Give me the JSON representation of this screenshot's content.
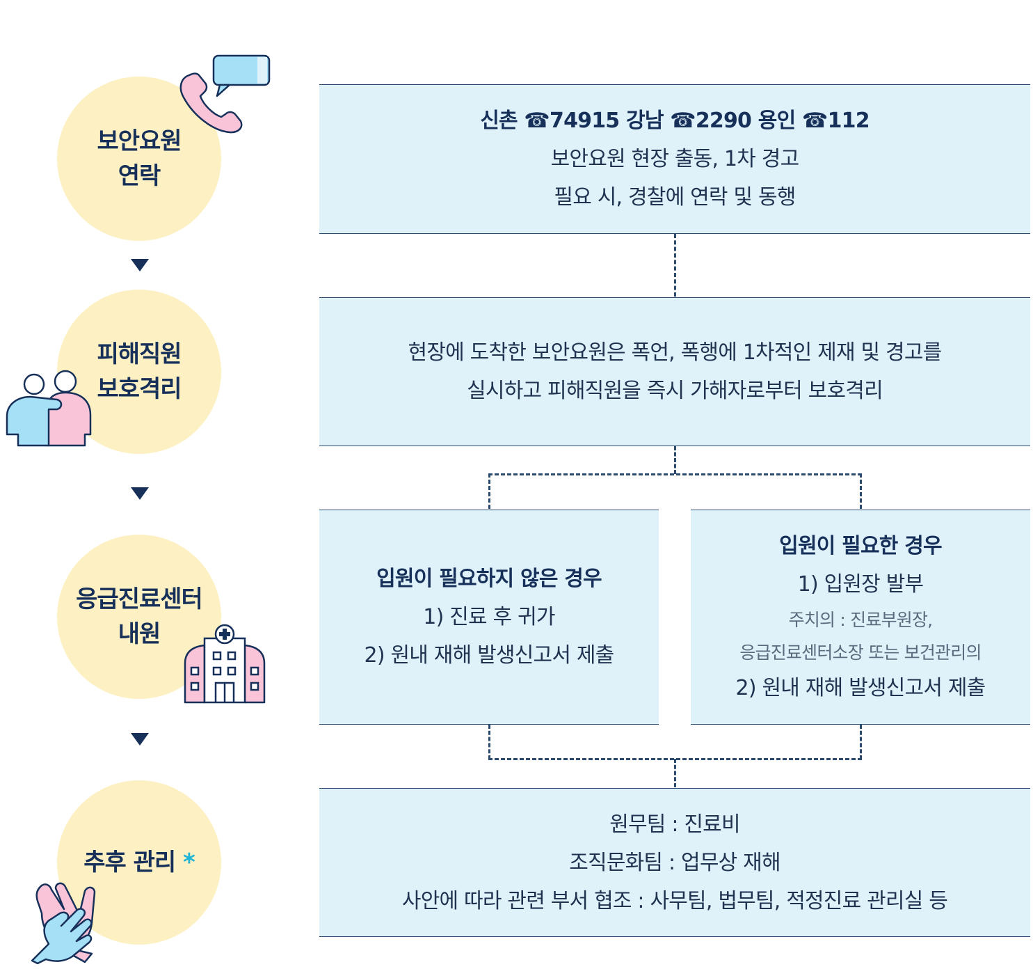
{
  "steps": [
    {
      "line1": "보안요원",
      "line2": "연락",
      "icon": "phone-icon"
    },
    {
      "line1": "피해직원",
      "line2": "보호격리",
      "icon": "embracing-people-icon"
    },
    {
      "line1": "응급진료센터",
      "line2": "내원",
      "icon": "hospital-icon"
    },
    {
      "line1": "추후 관리",
      "asterisk": "*",
      "icon": "hands-icon"
    }
  ],
  "boxes": {
    "contact": {
      "phone_line": "신촌 ☎74915   강남 ☎2290   용인 ☎112",
      "line2": "보안요원 현장 출동, 1차 경고",
      "line3": "필요 시, 경찰에 연락 및 동행"
    },
    "protect": {
      "line1": "현장에 도착한 보안요원은 폭언, 폭행에 1차적인 제재 및 경고를",
      "line2": "실시하고 피해직원을 즉시 가해자로부터 보호격리"
    },
    "no_admission": {
      "title": "입원이 필요하지 않은 경우",
      "item1": "1) 진료 후 귀가",
      "item2": "2) 원내 재해 발생신고서 제출"
    },
    "admission": {
      "title": "입원이 필요한 경우",
      "item1": "1) 입원장 발부",
      "note1": "주치의 : 진료부원장,",
      "note2": "응급진료센터소장 또는 보건관리의",
      "item2": "2) 원내 재해 발생신고서 제출"
    },
    "followup": {
      "line1": "원무팀 : 진료비",
      "line2": "조직문화팀 : 업무상 재해",
      "line3": "사안에 따라 관련 부서 협조 : 사무팀, 법무팀, 적정진료 관리실 등"
    }
  },
  "colors": {
    "circle": "#fdf1c4",
    "box": "#dff2fa",
    "navy": "#17305a",
    "pink": "#f9c3d8",
    "light_blue": "#a6e0f7",
    "asterisk": "#1fb4d6"
  }
}
